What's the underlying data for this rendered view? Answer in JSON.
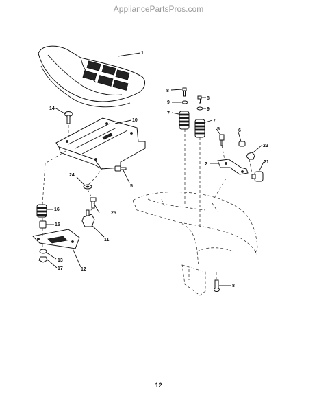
{
  "watermark": "AppliancePartsPros.com",
  "page_number": "12",
  "callouts": {
    "c1": "1",
    "c8a": "8",
    "c8b": "8",
    "c8c": "8",
    "c9a": "9",
    "c9b": "9",
    "c7a": "7",
    "c7b": "7",
    "c14": "14",
    "c10": "10",
    "c5a": "5",
    "c5b": "5",
    "c6": "6",
    "c22": "22",
    "c2": "2",
    "c21": "21",
    "c24": "24",
    "c16": "16",
    "c25": "25",
    "c15": "15",
    "c11": "11",
    "c13": "13",
    "c17": "17",
    "c12": "12"
  }
}
